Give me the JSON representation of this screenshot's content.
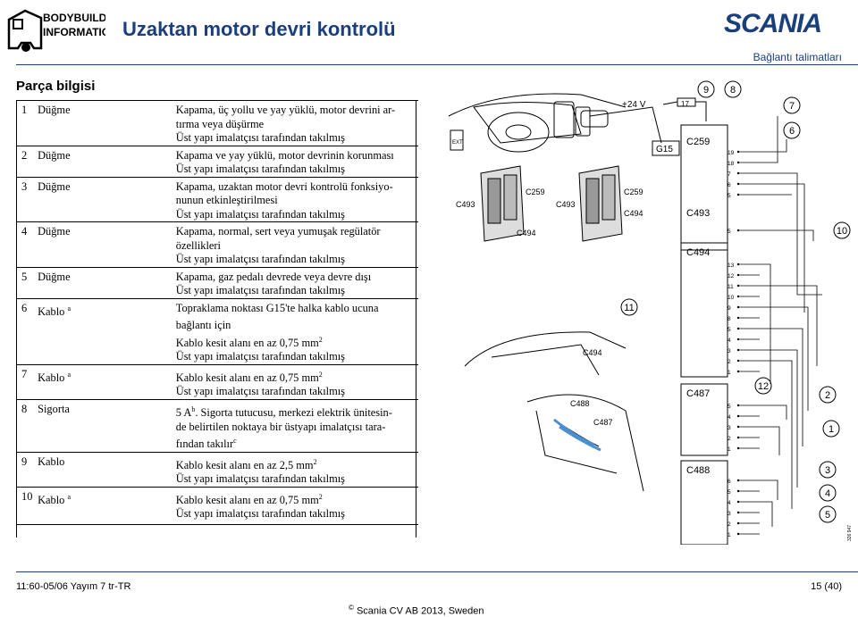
{
  "header": {
    "logo_line1": "BODYBUILDING",
    "logo_line2": "INFORMATION",
    "title": "Uzaktan motor devri kontrolü",
    "brand": "SCANIA",
    "subtitle": "Bağlantı talimatları"
  },
  "section_title": "Parça bilgisi",
  "parts": [
    {
      "no": "1",
      "name": "Düğme",
      "rows": [
        "Kapama, üç yollu ve yay yüklü, motor devrini ar-",
        "tırma veya düşürme",
        "Üst yapı imalatçısı tarafından takılmış"
      ]
    },
    {
      "no": "2",
      "name": "Düğme",
      "rows": [
        "Kapama ve yay yüklü, motor devrinin korunması",
        "Üst yapı imalatçısı tarafından takılmış"
      ]
    },
    {
      "no": "3",
      "name": "Düğme",
      "rows": [
        "Kapama, uzaktan motor devri kontrolü fonksiyo-",
        "nunun etkinleştirilmesi",
        "Üst yapı imalatçısı tarafından takılmış"
      ]
    },
    {
      "no": "4",
      "name": "Düğme",
      "rows": [
        "Kapama, normal, sert veya yumuşak regülatör",
        "özellikleri",
        "Üst yapı imalatçısı tarafından takılmış"
      ]
    },
    {
      "no": "5",
      "name": "Düğme",
      "rows": [
        "Kapama, gaz pedalı devrede veya devre dışı",
        "Üst yapı imalatçısı tarafından takılmış"
      ]
    },
    {
      "no": "6",
      "name": "Kablo",
      "name_sup": "a",
      "rows": [
        "Topraklama noktası G15'te halka kablo ucuna",
        "bağlantı için",
        "Kablo kesit alanı en az 0,75 mm",
        "Üst yapı imalatçısı tarafından takılmış"
      ]
    },
    {
      "no": "7",
      "name": "Kablo",
      "name_sup": "a",
      "rows": [
        "Kablo kesit alanı en az 0,75 mm",
        "Üst yapı imalatçısı tarafından takılmış"
      ]
    },
    {
      "no": "8",
      "name": "Sigorta",
      "rows": [
        "5 A",
        "de belirtilen noktaya bir üstyapı imalatçısı tara-",
        "fından takılır"
      ]
    },
    {
      "no": "9",
      "name": "Kablo",
      "rows": [
        "Kablo kesit alanı en az 2,5 mm",
        "Üst yapı imalatçısı tarafından takılmış"
      ]
    },
    {
      "no": "10",
      "name": "Kablo",
      "name_sup": "a",
      "rows": [
        "Kablo kesit alanı en az 0,75 mm",
        "Üst yapı imalatçısı tarafından takılmış"
      ]
    }
  ],
  "sup_a": "a",
  "sup_b": "b",
  "sup_c": "c",
  "sup_2": "2",
  "fuse_suffix": ". Sigorta tutucusu, merkezi elektrik ünitesin-",
  "diagram": {
    "supply": "+24 V",
    "fuse_label": "17",
    "ground": "G15",
    "callouts": [
      "9",
      "8",
      "7",
      "6",
      "10",
      "11",
      "12",
      "2",
      "1",
      "3",
      "4",
      "5"
    ],
    "connectors": {
      "c259": "C259",
      "c493": "C493",
      "c494": "C494",
      "c487": "C487",
      "c488": "C488",
      "ext": "EXT"
    },
    "c259_pins": [
      "19",
      "18",
      "7",
      "6",
      "5"
    ],
    "c493_pins": [
      "5"
    ],
    "c494_pins": [
      "13",
      "12",
      "11",
      "10",
      "9",
      "8",
      "5",
      "4",
      "3",
      "2",
      "1"
    ],
    "c487_pins": [
      "5",
      "4",
      "3",
      "2",
      "1"
    ],
    "c488_pins": [
      "6",
      "5",
      "4",
      "3",
      "2",
      "1"
    ],
    "figure_id": "326 947"
  },
  "footer": {
    "left": "11:60-05/06 Yayım 7  tr-TR",
    "right": "15 (40)",
    "copyright_symbol": "©",
    "center": "Scania CV AB 2013, Sweden"
  }
}
